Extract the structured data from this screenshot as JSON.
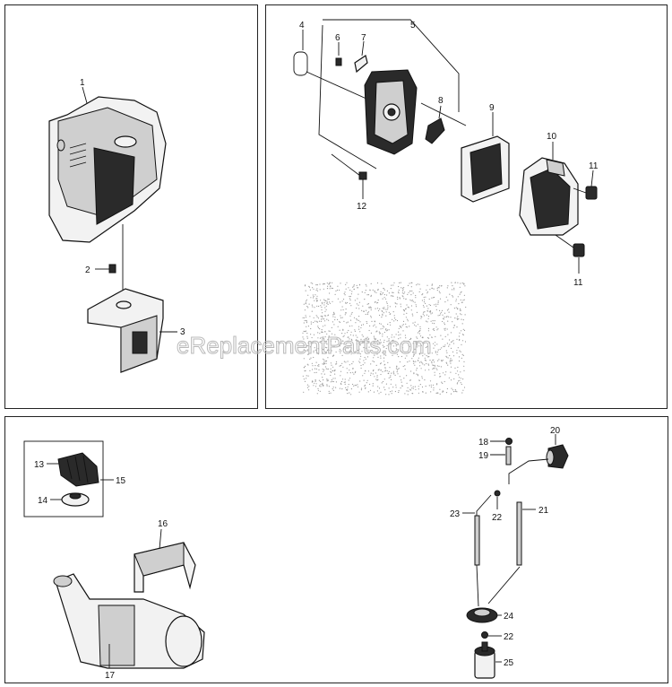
{
  "watermark": "eReplacementParts.com",
  "panels": {
    "top_left": {
      "callouts": [
        "1",
        "2",
        "3"
      ]
    },
    "top_right": {
      "callouts": [
        "4",
        "5",
        "6",
        "7",
        "8",
        "9",
        "10",
        "11",
        "12",
        "11"
      ]
    },
    "bottom": {
      "callouts": [
        "13",
        "14",
        "15",
        "16",
        "17",
        "18",
        "19",
        "20",
        "21",
        "22",
        "23",
        "22",
        "24",
        "25"
      ]
    }
  }
}
